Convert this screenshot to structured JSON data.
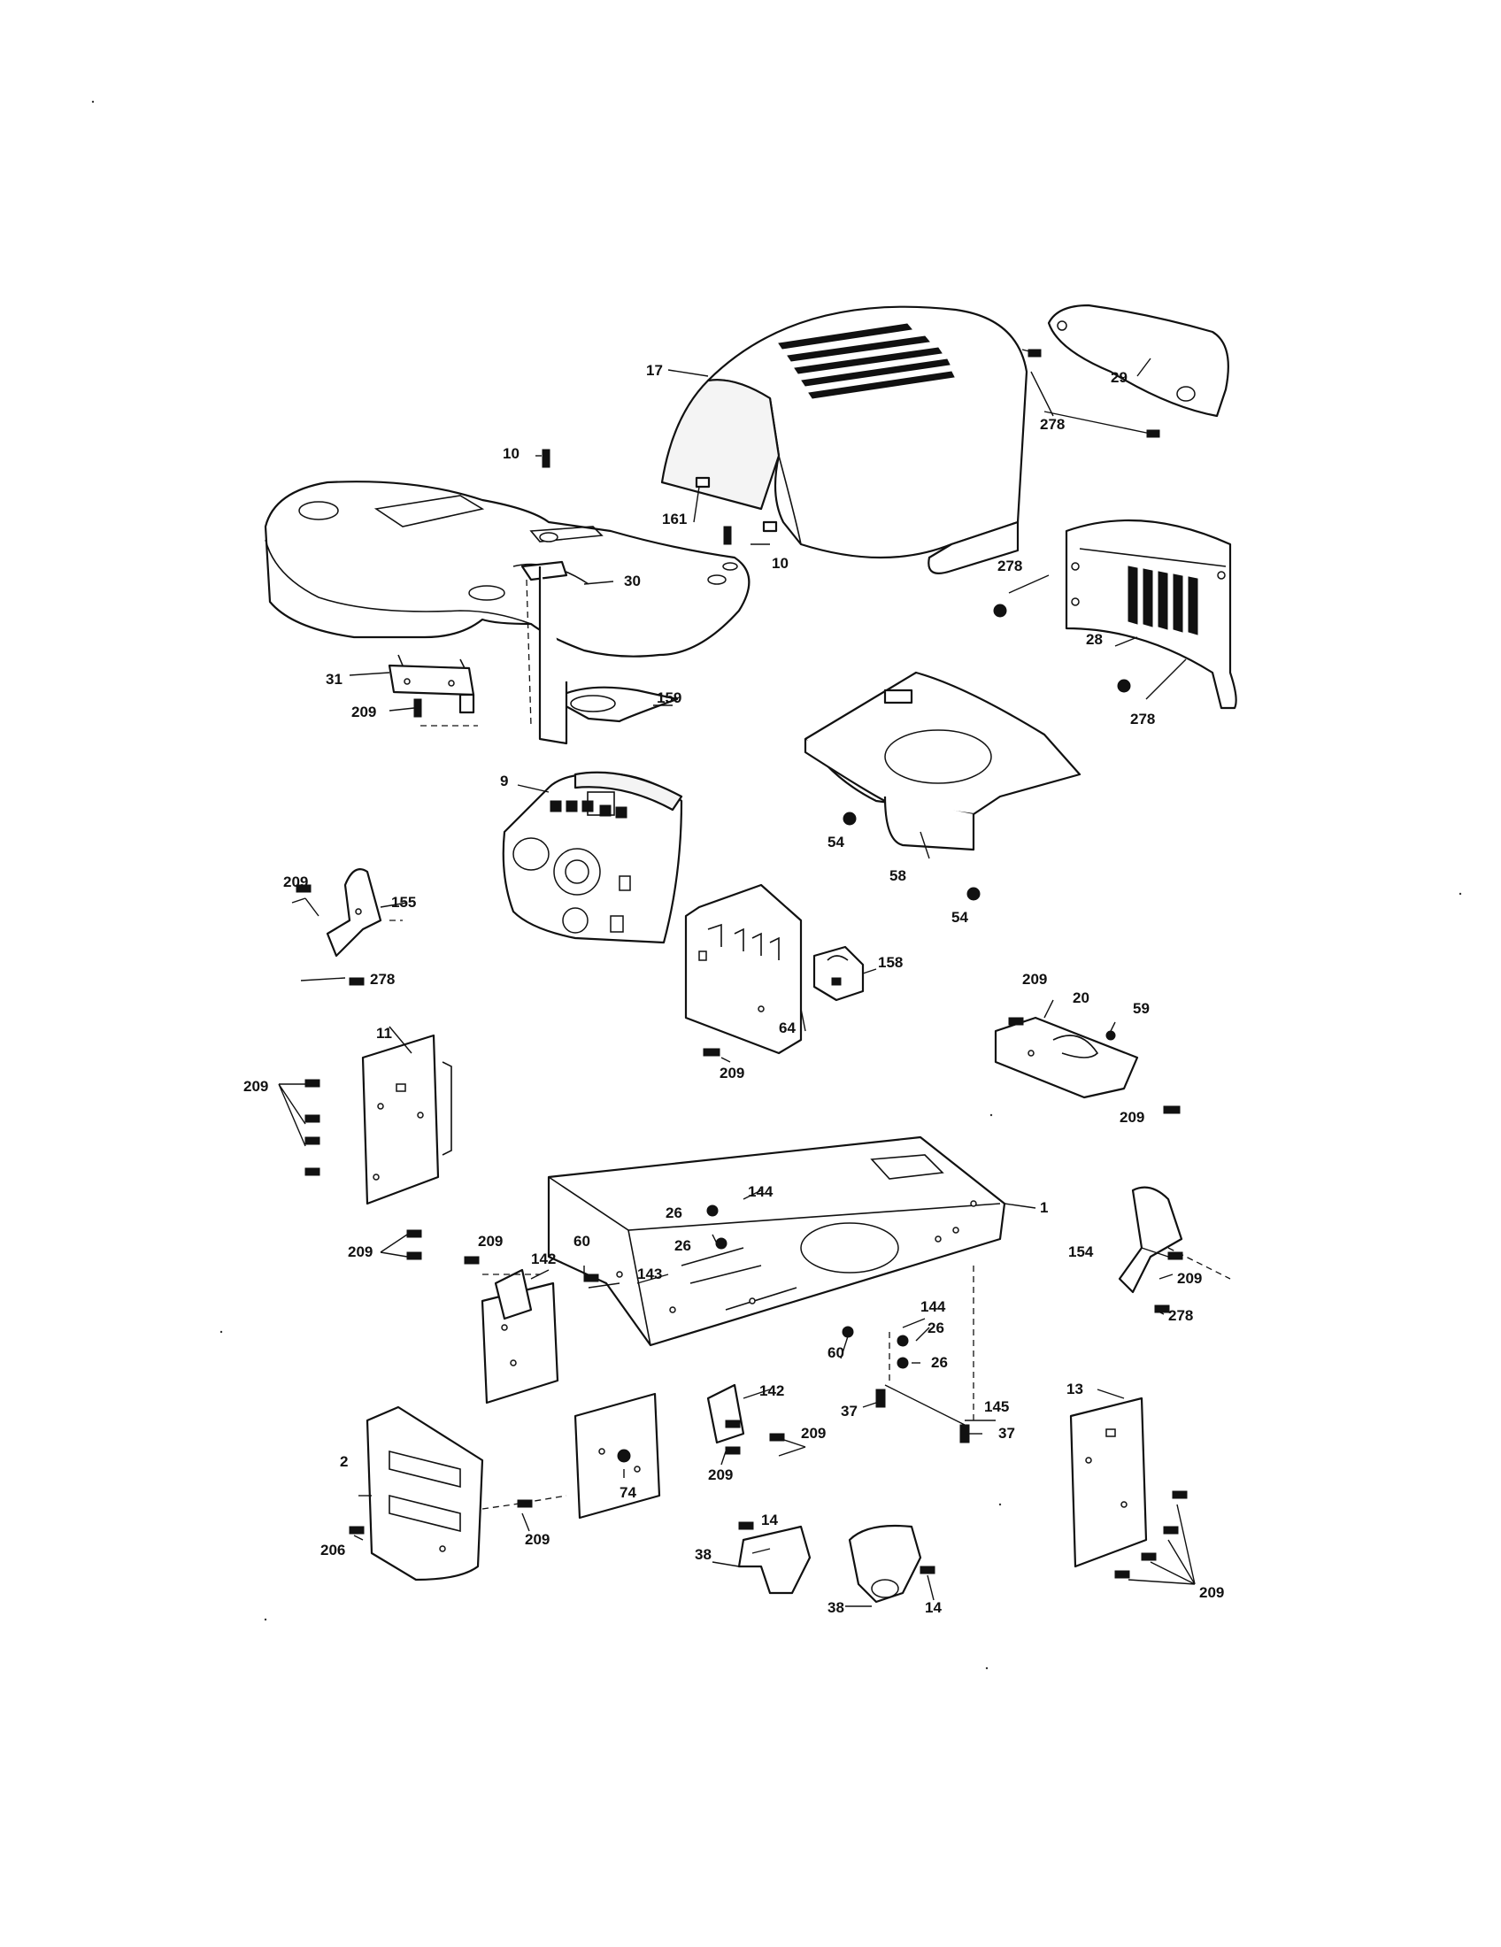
{
  "diagram": {
    "labels": {
      "l1": "1",
      "l2": "2",
      "l9": "9",
      "l10a": "10",
      "l10b": "10",
      "l11": "11",
      "l13": "13",
      "l14a": "14",
      "l14b": "14",
      "l17": "17",
      "l20": "20",
      "l26a": "26",
      "l26b": "26",
      "l26c": "26",
      "l26d": "26",
      "l28": "28",
      "l29": "29",
      "l30": "30",
      "l31": "31",
      "l37a": "37",
      "l37b": "37",
      "l38a": "38",
      "l38b": "38",
      "l54a": "54",
      "l54b": "54",
      "l58": "58",
      "l59": "59",
      "l60a": "60",
      "l60b": "60",
      "l64": "64",
      "l74": "74",
      "l142a": "142",
      "l142b": "142",
      "l143": "143",
      "l144a": "144",
      "l144b": "144",
      "l145": "145",
      "l154": "154",
      "l155": "155",
      "l158": "158",
      "l159": "159",
      "l161": "161",
      "l206": "206",
      "l209a": "209",
      "l209b": "209",
      "l209c": "209",
      "l209d": "209",
      "l209e": "209",
      "l209f": "209",
      "l209g": "209",
      "l209h": "209",
      "l209i": "209",
      "l209j": "209",
      "l209k": "209",
      "l209l": "209",
      "l209m": "209",
      "l278a": "278",
      "l278b": "278",
      "l278c": "278",
      "l278d": "278",
      "l278e": "278"
    }
  }
}
